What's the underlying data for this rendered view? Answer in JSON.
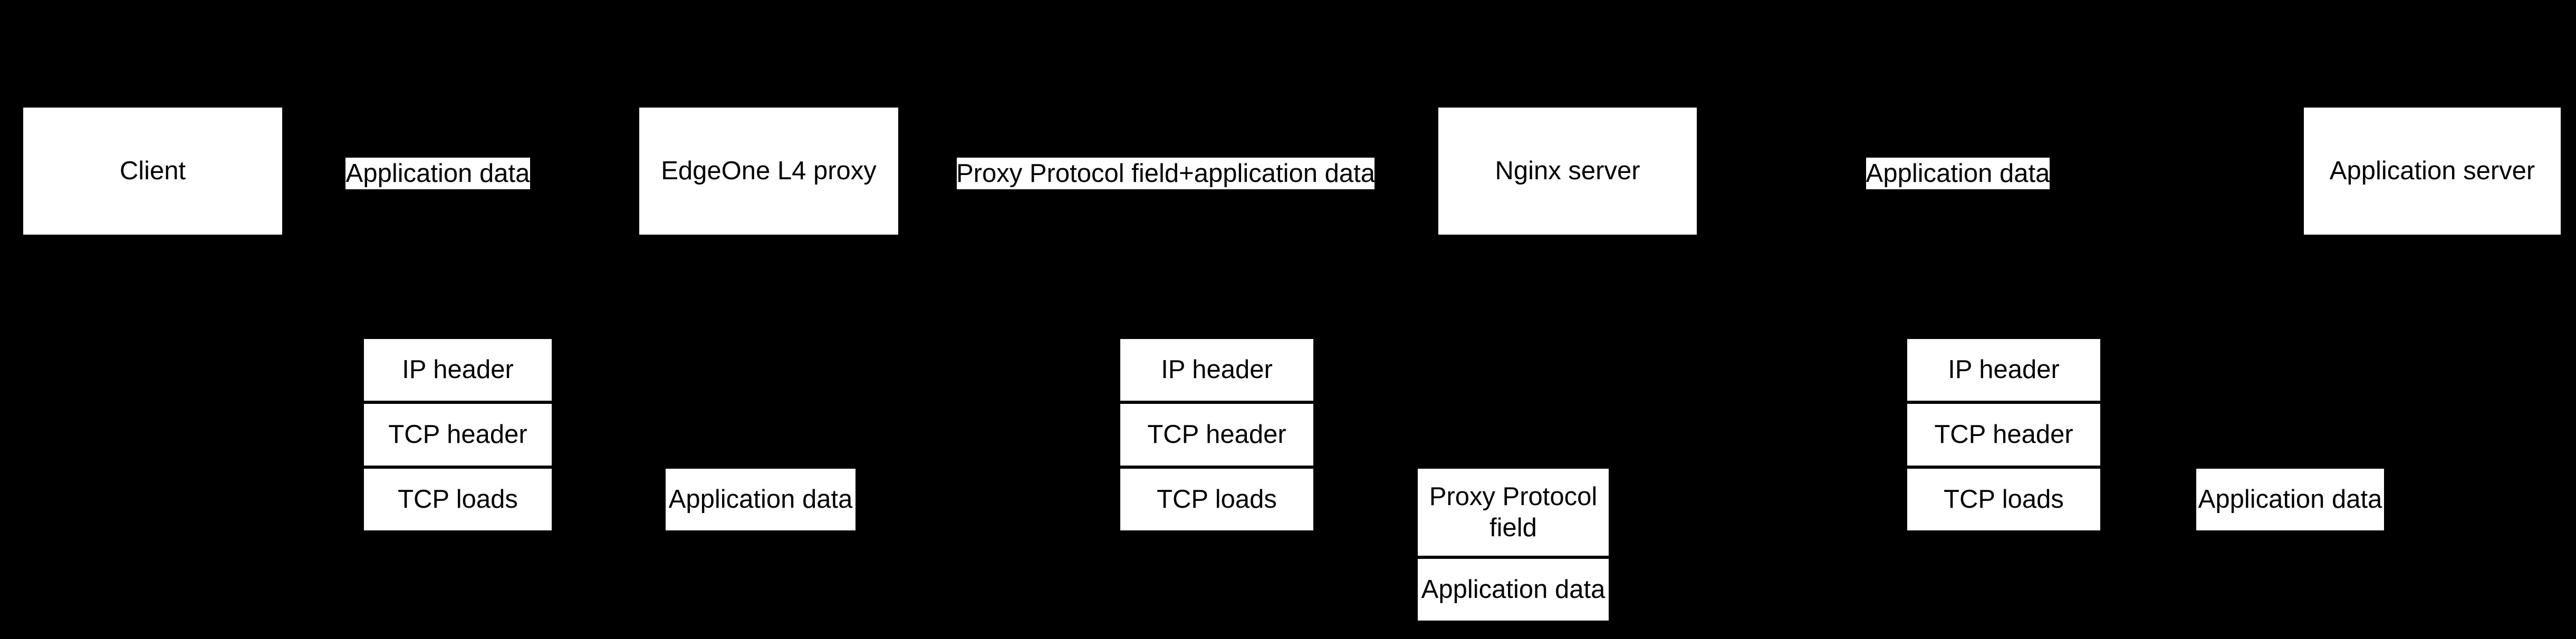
{
  "colors": {
    "background": "#000000",
    "node_fill": "#ffffff",
    "node_text": "#000000"
  },
  "top_row": {
    "client": "Client",
    "app_data_left": "Application data",
    "edgeone_proxy": "EdgeOne L4 proxy",
    "proxy_protocol_plus_app_data": "Proxy Protocol field+application data",
    "nginx": "Nginx server",
    "app_data_right": "Application data",
    "app_server": "Application server"
  },
  "bottom_row": {
    "client_packet": {
      "rows": [
        "IP header",
        "TCP header",
        "TCP loads"
      ],
      "payload": "Application data"
    },
    "edgeone_packet": {
      "rows": [
        "IP header",
        "TCP header",
        "TCP loads"
      ],
      "payload_stack": [
        "Proxy Protocol field",
        "Application data"
      ]
    },
    "nginx_packet": {
      "rows": [
        "IP header",
        "TCP header",
        "TCP loads"
      ],
      "payload": "Application data"
    }
  }
}
